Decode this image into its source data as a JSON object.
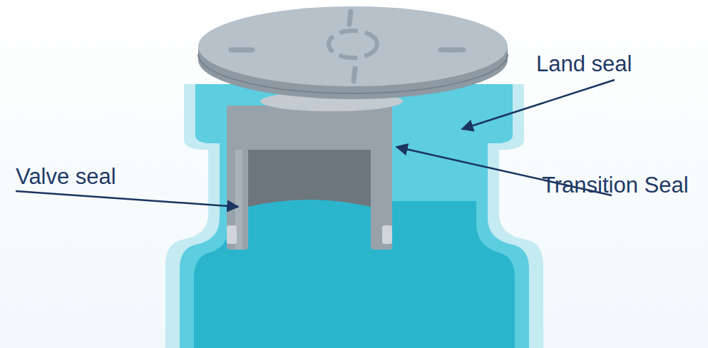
{
  "diagram": {
    "labels": [
      "Land seal",
      "Valve seal",
      "Transition Seal"
    ]
  }
}
